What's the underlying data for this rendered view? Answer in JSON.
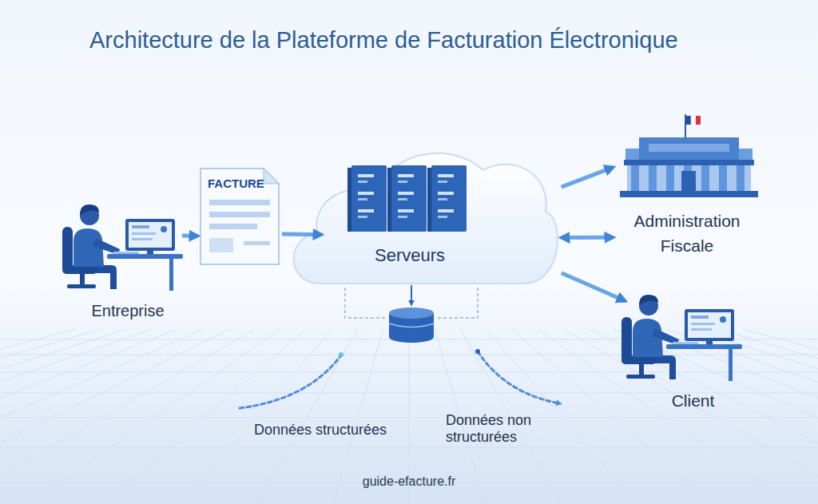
{
  "diagram": {
    "title": "Architecture de la Plateforme de Facturation Électronique",
    "nodes": [
      {
        "text": [
          "Entreprise"
        ]
      },
      {
        "text": [
          "FACTURE"
        ]
      },
      {
        "text": [
          "Serveurs"
        ]
      },
      {
        "text": [
          "Administration Fiscale"
        ]
      },
      {
        "text": [
          "Client"
        ]
      }
    ],
    "edges": [
      {
        "from": 0,
        "to": 1,
        "arrow": "to"
      },
      {
        "from": 1,
        "to": 2,
        "arrow": "to"
      },
      {
        "from": 2,
        "to": 3,
        "arrow": "to"
      },
      {
        "from": 2,
        "to": 3,
        "arrow": "both"
      },
      {
        "from": 2,
        "to": 4,
        "arrow": "to"
      }
    ],
    "labels": [
      "Données structurées",
      "Données non structurées",
      "guide-efacture.fr"
    ]
  }
}
